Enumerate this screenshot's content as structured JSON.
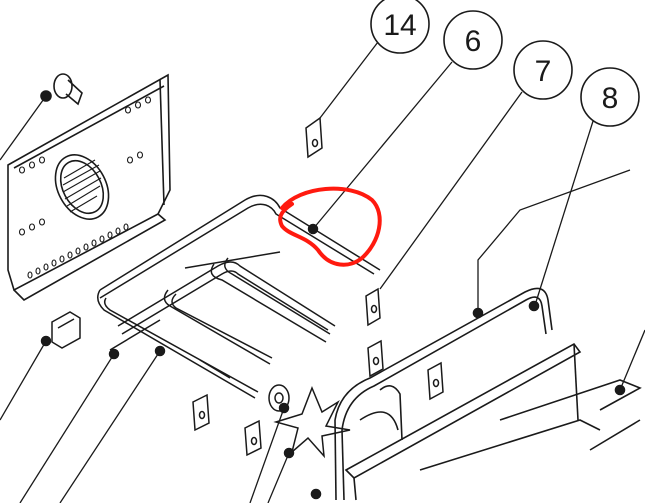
{
  "diagram": {
    "callouts": [
      {
        "id": "c14",
        "label": "14"
      },
      {
        "id": "c6",
        "label": "6"
      },
      {
        "id": "c7",
        "label": "7"
      },
      {
        "id": "c8",
        "label": "8"
      }
    ],
    "colors": {
      "line": "#1a1a1a",
      "highlight": "#ff1a0f",
      "background": "#ffffff"
    },
    "icons": {
      "fan_blade": "fan-blade-icon",
      "terminal_clip": "terminal-clip-icon"
    }
  }
}
